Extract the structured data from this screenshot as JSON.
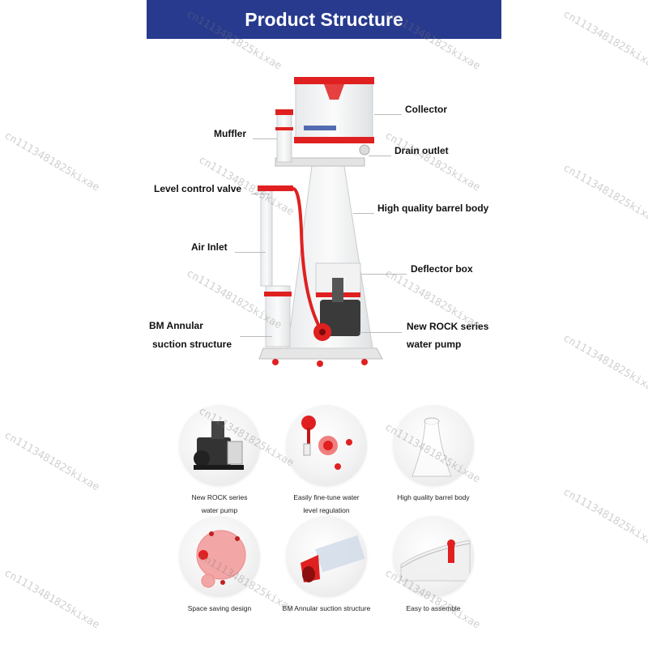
{
  "banner": {
    "title": "Product Structure"
  },
  "labels": {
    "collector": "Collector",
    "muffler": "Muffler",
    "drain_outlet": "Drain outlet",
    "level_control_valve": "Level control valve",
    "barrel_body": "High quality barrel body",
    "air_inlet": "Air Inlet",
    "deflector_box": "Deflector box",
    "bm_annular_1": "BM Annular",
    "bm_annular_2": "suction structure",
    "rock_pump_1": "New ROCK series",
    "rock_pump_2": "water pump"
  },
  "features": [
    {
      "caption_1": "New ROCK series",
      "caption_2": "water pump"
    },
    {
      "caption_1": "Easily fine-tune water",
      "caption_2": "level regulation"
    },
    {
      "caption_1": "High quality barrel body",
      "caption_2": ""
    },
    {
      "caption_1": "Space saving design",
      "caption_2": ""
    },
    {
      "caption_1": "BM Annular suction structure",
      "caption_2": ""
    },
    {
      "caption_1": "Easy to assemble",
      "caption_2": ""
    }
  ],
  "watermark": "cn1113481825kixae",
  "colors": {
    "banner": "#283a8e",
    "accent_red": "#e02020"
  }
}
